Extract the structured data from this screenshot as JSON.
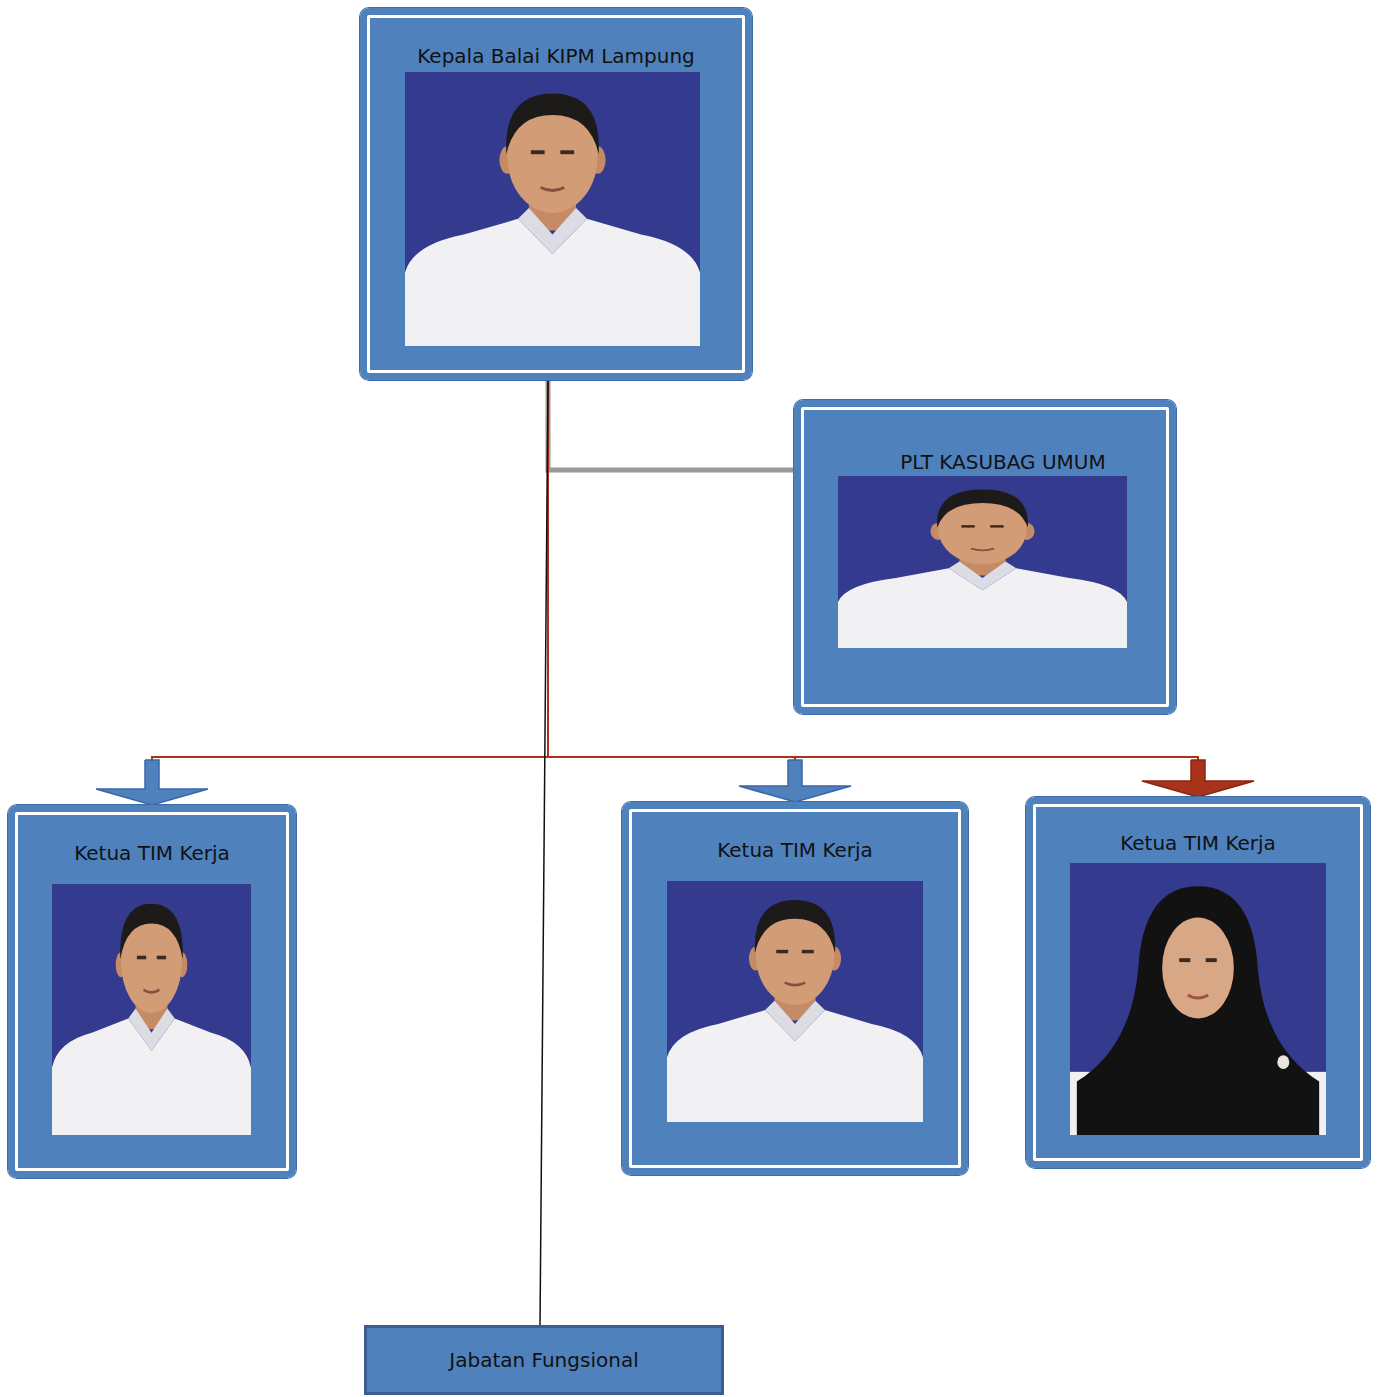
{
  "diagram": {
    "nodes": [
      {
        "text": [
          "Kepala Balai KIPM Lampung"
        ]
      },
      {
        "text": [
          "PLT KASUBAG UMUM"
        ]
      },
      {
        "text": [
          "Ketua TIM Kerja"
        ]
      },
      {
        "text": [
          "Ketua TIM Kerja"
        ]
      },
      {
        "text": [
          "Ketua TIM Kerja"
        ]
      },
      {
        "text": [
          "Jabatan Fungsional"
        ]
      }
    ],
    "edges": [
      {
        "from": 0,
        "to": 1,
        "arrow": "none"
      },
      {
        "from": 0,
        "to": 2,
        "arrow": "to"
      },
      {
        "from": 0,
        "to": 3,
        "arrow": "to"
      },
      {
        "from": 0,
        "to": 4,
        "arrow": "to"
      },
      {
        "from": 0,
        "to": 5,
        "arrow": "none"
      }
    ]
  }
}
